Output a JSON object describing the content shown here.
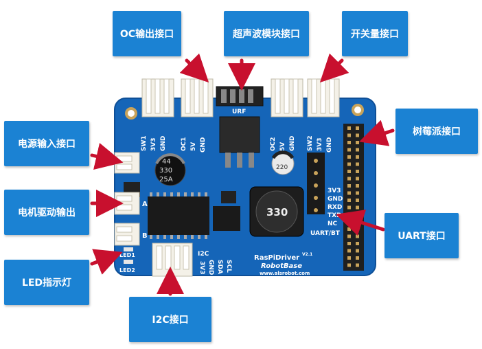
{
  "labels": {
    "oc_output": "OC输出接口",
    "ultrasonic": "超声波模块接口",
    "switch_input": "开关量接口",
    "power_input": "电源输入接口",
    "raspberry_pi": "树莓派接口",
    "motor_output": "电机驱动输出",
    "uart": "UART接口",
    "led": "LED指示灯",
    "i2c": "I2C接口"
  },
  "board": {
    "name": "RasPiDriver",
    "version": "V2.1",
    "brand": "RobotBase",
    "url": "www.alsrobot.com",
    "urf": "URF",
    "cap1_lines": [
      "44",
      "330",
      "25A"
    ],
    "cap2_lines": [
      "220"
    ],
    "inductor": "330",
    "sw1_pins": [
      "SW1",
      "3V3",
      "GND"
    ],
    "oc1_pins": [
      "OC1",
      "5V",
      "GND"
    ],
    "oc2_pins": [
      "OC2",
      "5V",
      "GND"
    ],
    "sw2_pins": [
      "SW2",
      "3V3",
      "GND"
    ],
    "uart_pins": [
      "3V3",
      "GND",
      "RXD",
      "TXD",
      "NC"
    ],
    "uart_label": "UART/BT",
    "i2c_title": "I2C",
    "i2c_pins": [
      "3V3",
      "GND",
      "SDA",
      "SCL"
    ],
    "motor_a": "A",
    "motor_b": "B",
    "led1": "LED1",
    "led2": "LED2"
  },
  "colors": {
    "callout_bg": "#1b82d3",
    "arrow": "#c8102e",
    "pcb": "#1565b8"
  }
}
